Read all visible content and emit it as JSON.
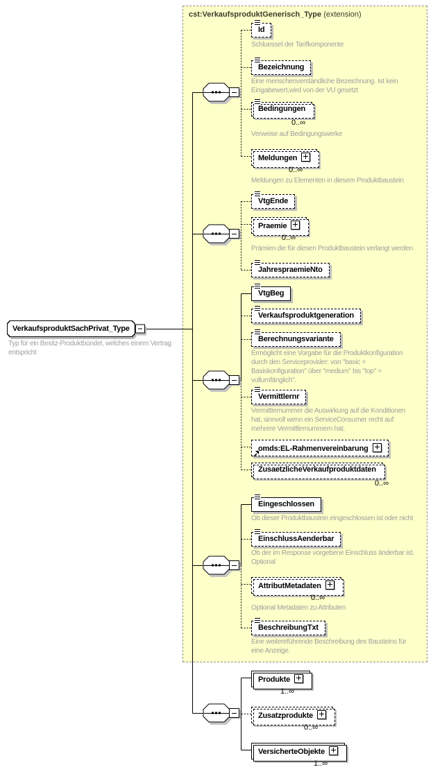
{
  "colors": {
    "extension_bg": "#FFFFC9",
    "annotation_text": "#9E9E9E",
    "shadow": "#BDBDBD",
    "line": "#000000"
  },
  "schema": {
    "root": {
      "name": "VerkaufsproduktSachPrivat_Type",
      "annotation": "Typ für ein Besitz-Produktbündel, welches einem Vertrag\nentspricht"
    },
    "extension": {
      "label": "cst:VerkaufsproduktGenerisch_Type",
      "kind": "(extension)"
    },
    "groups": [
      {
        "compositor": "sequence",
        "elements": [
          {
            "name": "Id",
            "annotation": "Schluessel der Tarifkomponente"
          },
          {
            "name": "Bezeichnung",
            "annotation": "Eine menschenverständliche Bezeichnung. Ist kein\nEingabewert,wird von der VU gesetzt"
          },
          {
            "name": "Bedingungen",
            "occurrence": "0..∞",
            "annotation": "Verweise auf Bedingungswerke"
          },
          {
            "name": "Meldungen",
            "occurrence": "0..∞",
            "annotation": "Meldungen zu Elementen in diesem Produktbaustein"
          }
        ]
      },
      {
        "compositor": "sequence",
        "elements": [
          {
            "name": "VtgEnde"
          },
          {
            "name": "Praemie",
            "occurrence": "0..∞",
            "annotation": "Prämien die für diesen Produktbaustein verlangt werden"
          },
          {
            "name": "JahrespraemieNto"
          }
        ]
      },
      {
        "compositor": "sequence",
        "elements": [
          {
            "name": "VtgBeg"
          },
          {
            "name": "Verkaufsproduktgeneration"
          },
          {
            "name": "Berechnungsvariante",
            "annotation": "Ermöglicht eine Vorgabe für die Produktkonfiguration\ndurch den Serviceprovider: von \"basic =\nBasiskonfiguration\" über \"medium\" bis \"top\" =\nvollumfänglich\"."
          },
          {
            "name": "Vermittlernr",
            "annotation": "Vermittlernummer die Auswirkung auf die Konditionen\nhat, sinnvoll wenn ein ServiceConsumer recht auf\nmehrere Vermittlernummern hat."
          },
          {
            "name": "omds:EL-Rahmenvereinbarung"
          },
          {
            "name": "ZusaetzlicheVerkaufproduktdaten",
            "occurrence": "0..∞"
          }
        ]
      },
      {
        "compositor": "sequence",
        "elements": [
          {
            "name": "Eingeschlossen",
            "annotation": "Ob dieser Produktbaustein eingeschlossen ist oder nicht"
          },
          {
            "name": "EinschlussAenderbar",
            "annotation": "Ob der im Response vorgebene Einschluss änderbar ist.\nOptional"
          },
          {
            "name": "AttributMetadaten",
            "occurrence": "0..∞",
            "annotation": "Optional Metadaten zu Attributen"
          },
          {
            "name": "BeschreibungTxt",
            "annotation": "Eine weitereführende Beschreibung des Bausteins für\neine Anzeige."
          }
        ]
      },
      {
        "compositor": "sequence",
        "elements": [
          {
            "name": "Produkte",
            "occurrence": "1..∞"
          },
          {
            "name": "Zusatzprodukte",
            "occurrence": "0..∞"
          },
          {
            "name": "VersicherteObjekte",
            "occurrence": "1..∞"
          }
        ]
      }
    ]
  }
}
